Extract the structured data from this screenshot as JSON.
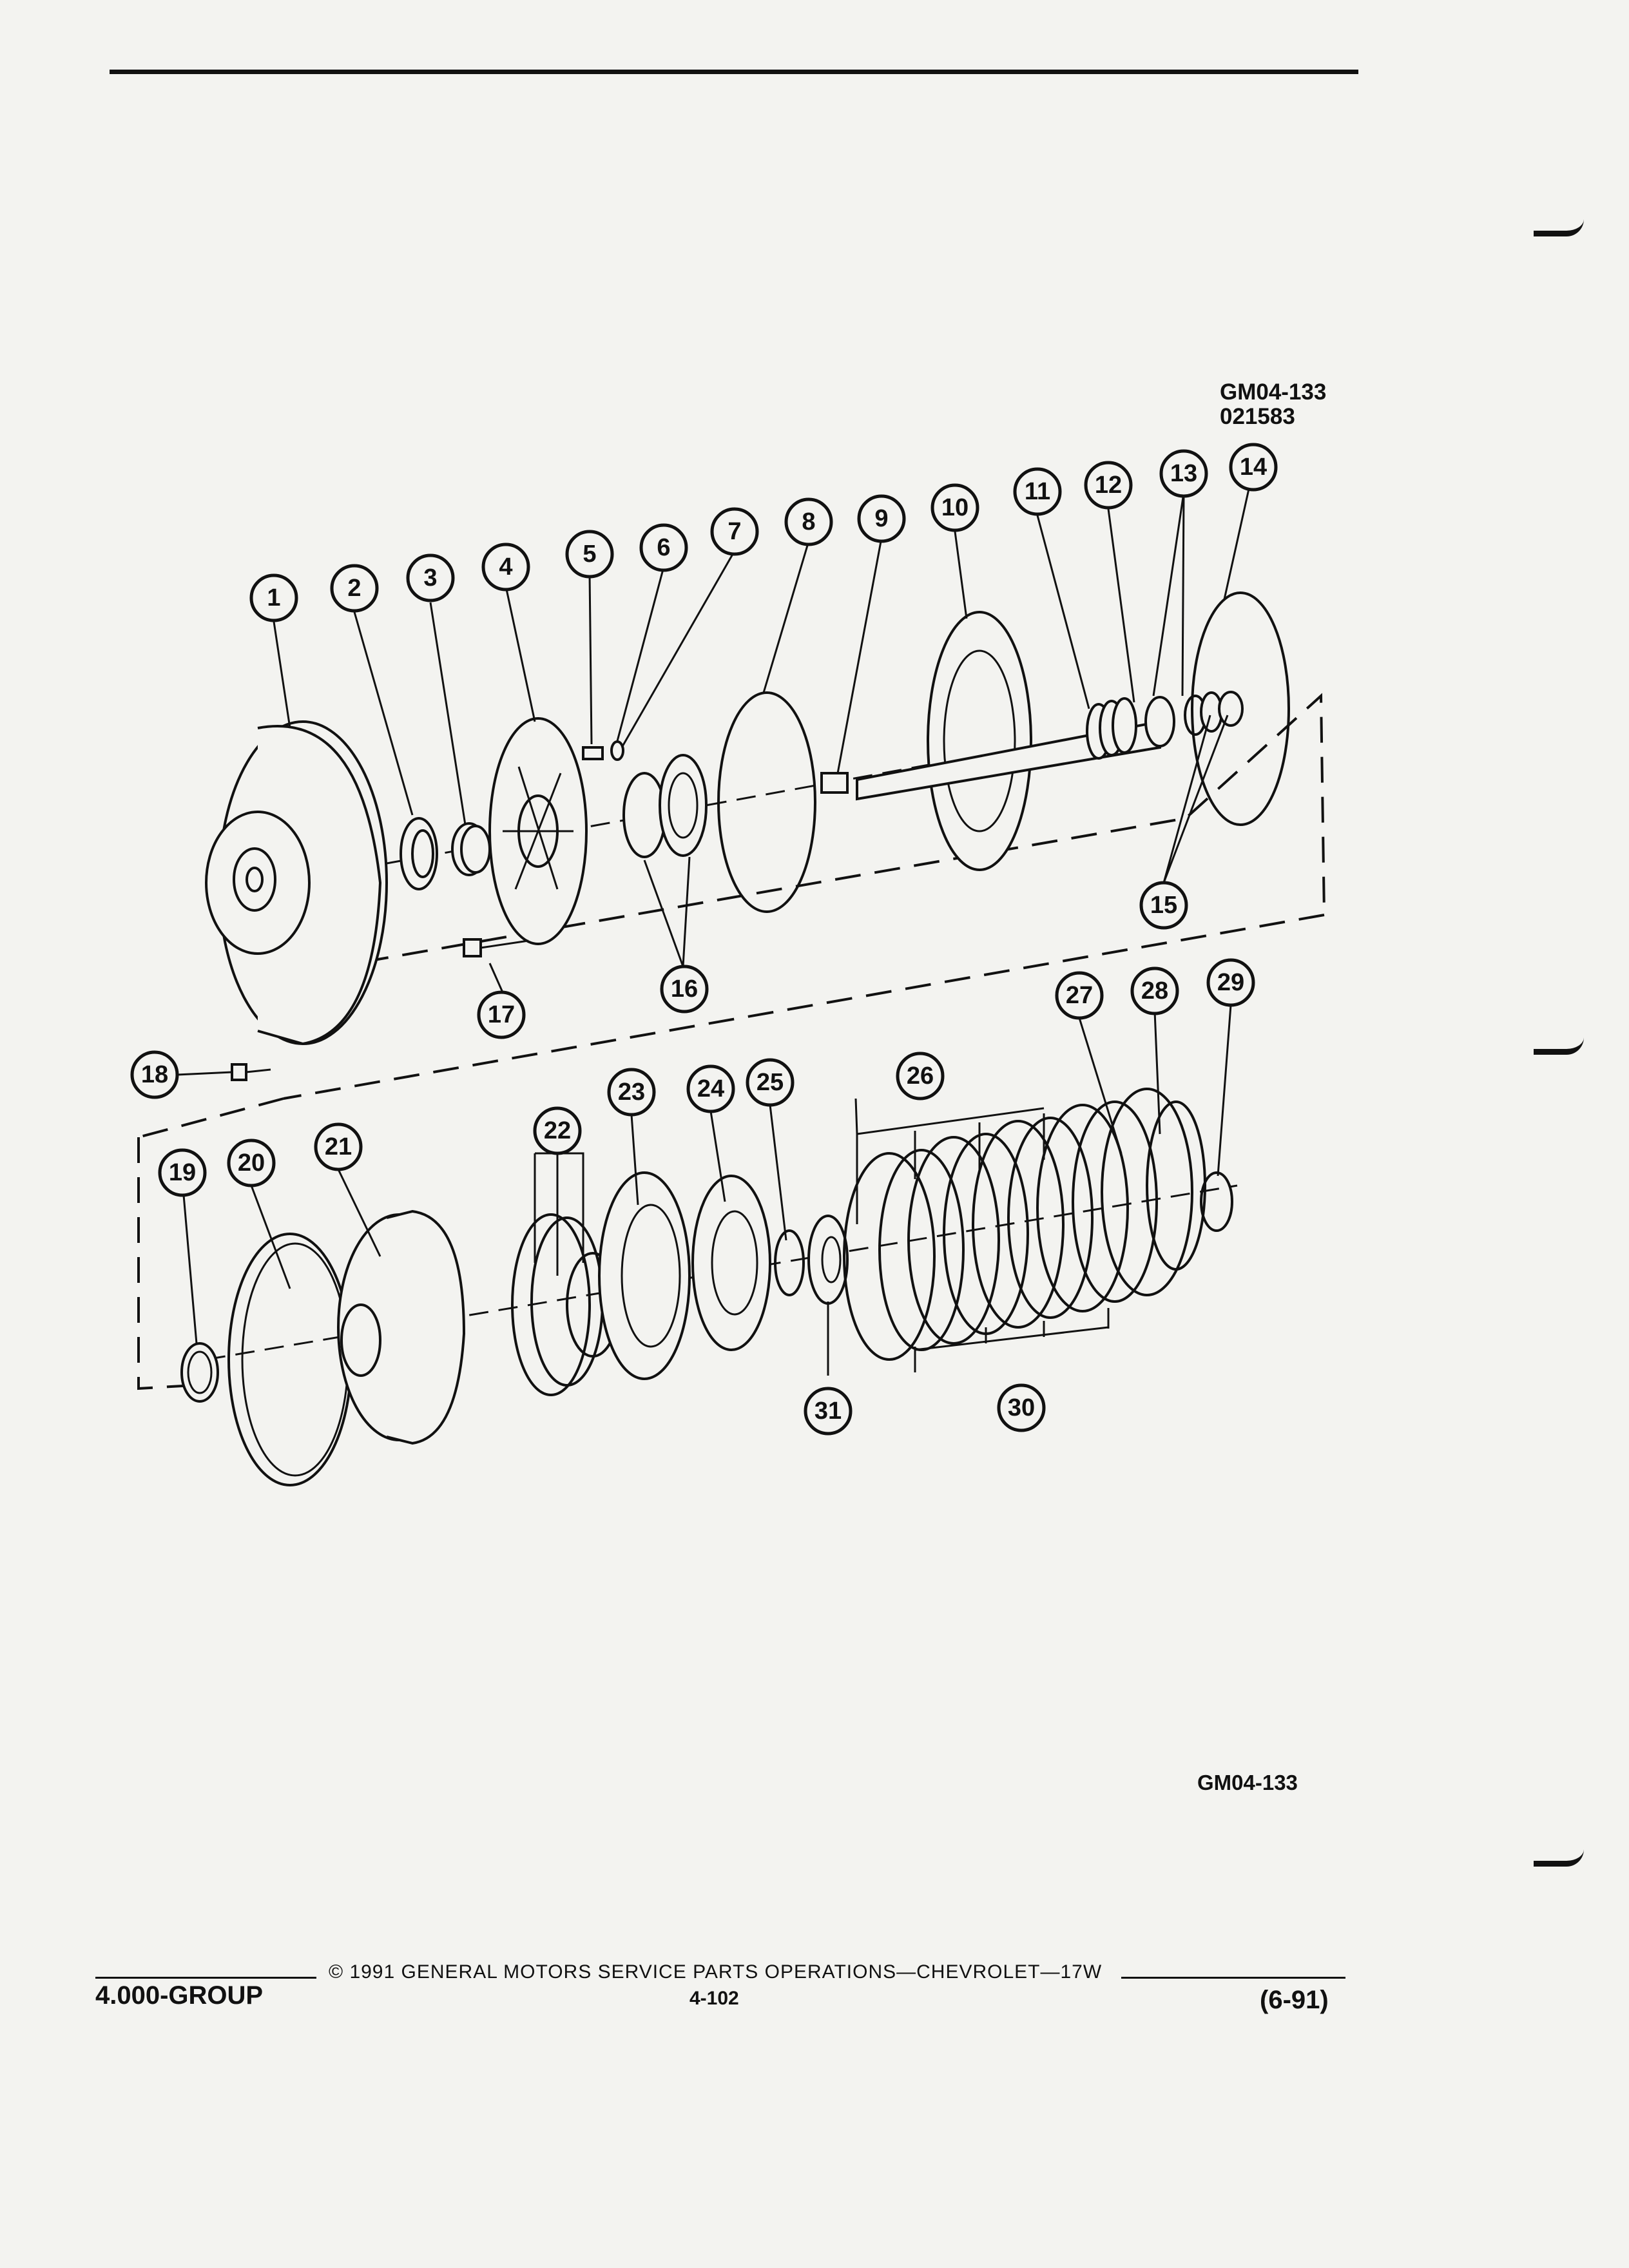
{
  "figure": {
    "id_line1": "GM04-133",
    "id_line2": "021583",
    "id_bottom": "GM04-133"
  },
  "callouts": [
    "1",
    "2",
    "3",
    "4",
    "5",
    "6",
    "7",
    "8",
    "9",
    "10",
    "11",
    "12",
    "13",
    "14",
    "15",
    "16",
    "17",
    "18",
    "19",
    "20",
    "21",
    "22",
    "23",
    "24",
    "25",
    "26",
    "27",
    "28",
    "29",
    "30",
    "31"
  ],
  "footer": {
    "group": "4.000-GROUP",
    "copyright": "© 1991 GENERAL MOTORS SERVICE PARTS OPERATIONS—CHEVROLET—17W",
    "page": "4-102",
    "date": "(6-91)"
  }
}
